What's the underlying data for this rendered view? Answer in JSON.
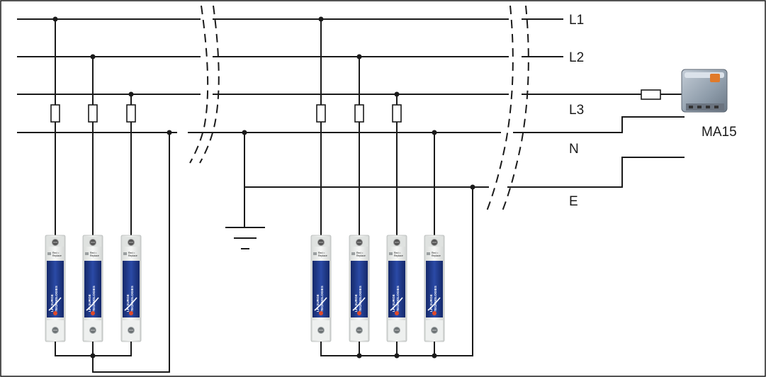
{
  "lines": {
    "l1": "L1",
    "l2": "L2",
    "l3": "L3",
    "n": "N",
    "e": "E"
  },
  "monitor": {
    "label": "MA15"
  },
  "spd_module": {
    "status_text": "Red = Replace",
    "brand_text": "LPI SURGE TECHNOLOGIES"
  },
  "colors": {
    "wire": "#1a1a1a",
    "module_blue": "#1d3a8a",
    "module_body": "#eceeec",
    "monitor_housing": "#9aa7b5"
  }
}
